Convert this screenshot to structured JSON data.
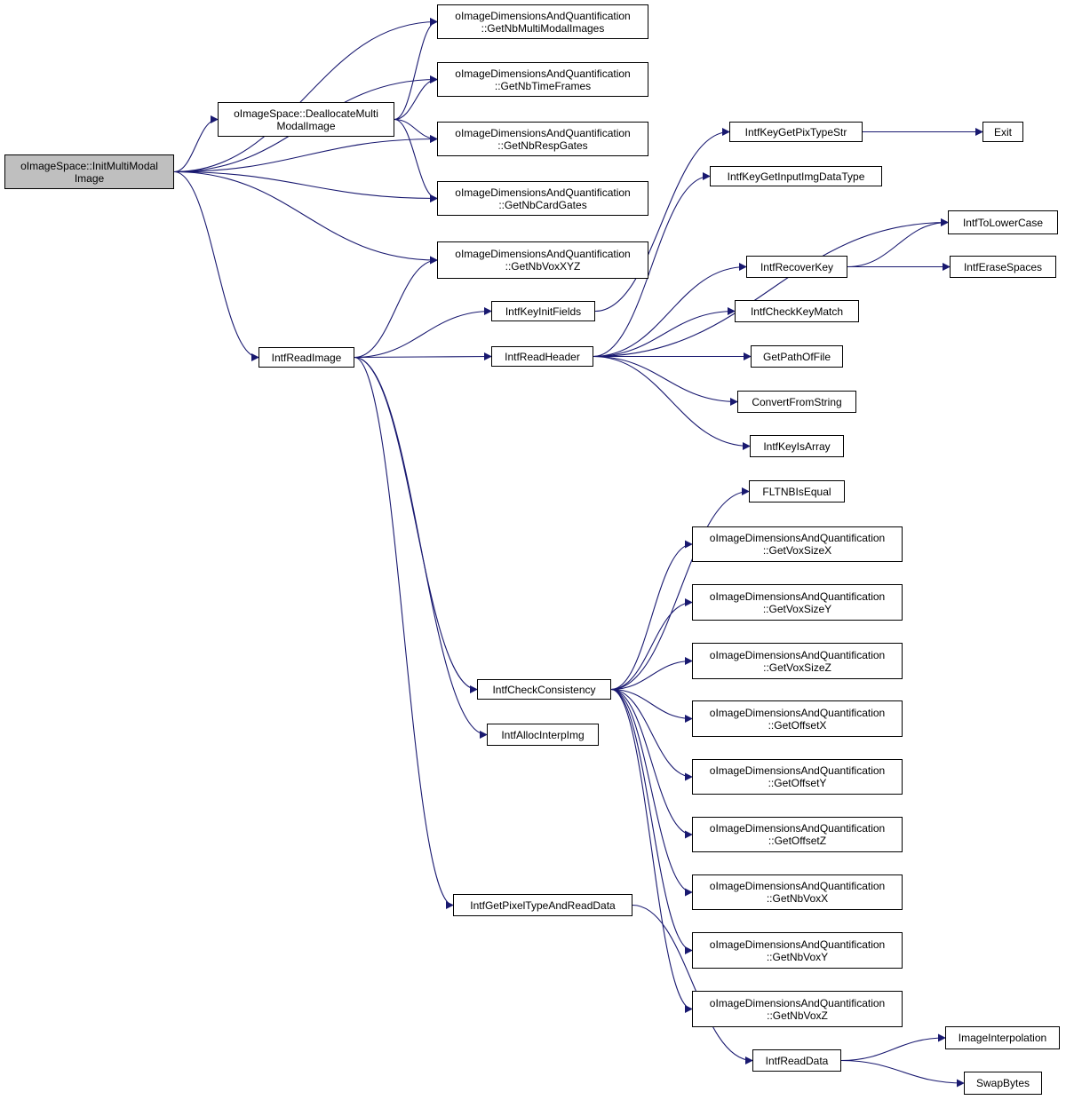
{
  "colors": {
    "edge": "#191970",
    "root_fill": "#bfbfbf",
    "node_fill": "#ffffff",
    "node_border": "#000000"
  },
  "nodes": {
    "root": [
      "oImageSpace::InitMultiModal",
      "Image"
    ],
    "dealloc": [
      "oImageSpace::DeallocateMulti",
      "ModalImage"
    ],
    "getNbMultiModal": [
      "oImageDimensionsAndQuantification",
      "::GetNbMultiModalImages"
    ],
    "getNbTimeFrames": [
      "oImageDimensionsAndQuantification",
      "::GetNbTimeFrames"
    ],
    "getNbRespGates": [
      "oImageDimensionsAndQuantification",
      "::GetNbRespGates"
    ],
    "getNbCardGates": [
      "oImageDimensionsAndQuantification",
      "::GetNbCardGates"
    ],
    "getNbVoxXYZ": [
      "oImageDimensionsAndQuantification",
      "::GetNbVoxXYZ"
    ],
    "intfReadImage": [
      "IntfReadImage"
    ],
    "intfKeyInitFields": [
      "IntfKeyInitFields"
    ],
    "intfReadHeader": [
      "IntfReadHeader"
    ],
    "intfKeyGetPixTypeStr": [
      "IntfKeyGetPixTypeStr"
    ],
    "exit": [
      "Exit"
    ],
    "intfKeyGetInputImgDataType": [
      "IntfKeyGetInputImgDataType"
    ],
    "intfToLowerCase": [
      "IntfToLowerCase"
    ],
    "intfRecoverKey": [
      "IntfRecoverKey"
    ],
    "intfEraseSpaces": [
      "IntfEraseSpaces"
    ],
    "intfCheckKeyMatch": [
      "IntfCheckKeyMatch"
    ],
    "getPathOfFile": [
      "GetPathOfFile"
    ],
    "convertFromString": [
      "ConvertFromString"
    ],
    "intfKeyIsArray": [
      "IntfKeyIsArray"
    ],
    "fltnbIsEqual": [
      "FLTNBIsEqual"
    ],
    "getVoxSizeX": [
      "oImageDimensionsAndQuantification",
      "::GetVoxSizeX"
    ],
    "getVoxSizeY": [
      "oImageDimensionsAndQuantification",
      "::GetVoxSizeY"
    ],
    "getVoxSizeZ": [
      "oImageDimensionsAndQuantification",
      "::GetVoxSizeZ"
    ],
    "intfCheckConsistency": [
      "IntfCheckConsistency"
    ],
    "getOffsetX": [
      "oImageDimensionsAndQuantification",
      "::GetOffsetX"
    ],
    "intfAllocInterpImg": [
      "IntfAllocInterpImg"
    ],
    "getOffsetY": [
      "oImageDimensionsAndQuantification",
      "::GetOffsetY"
    ],
    "getOffsetZ": [
      "oImageDimensionsAndQuantification",
      "::GetOffsetZ"
    ],
    "getNbVoxX": [
      "oImageDimensionsAndQuantification",
      "::GetNbVoxX"
    ],
    "intfGetPixelTypeAndReadData": [
      "IntfGetPixelTypeAndReadData"
    ],
    "getNbVoxY": [
      "oImageDimensionsAndQuantification",
      "::GetNbVoxY"
    ],
    "getNbVoxZ": [
      "oImageDimensionsAndQuantification",
      "::GetNbVoxZ"
    ],
    "imageInterpolation": [
      "ImageInterpolation"
    ],
    "intfReadData": [
      "IntfReadData"
    ],
    "swapBytes": [
      "SwapBytes"
    ]
  },
  "edges": [
    [
      "root",
      "getNbMultiModal"
    ],
    [
      "root",
      "getNbTimeFrames"
    ],
    [
      "root",
      "dealloc"
    ],
    [
      "root",
      "getNbRespGates"
    ],
    [
      "root",
      "getNbCardGates"
    ],
    [
      "root",
      "getNbVoxXYZ"
    ],
    [
      "root",
      "intfReadImage"
    ],
    [
      "dealloc",
      "getNbMultiModal"
    ],
    [
      "dealloc",
      "getNbTimeFrames"
    ],
    [
      "dealloc",
      "getNbRespGates"
    ],
    [
      "dealloc",
      "getNbCardGates"
    ],
    [
      "intfReadImage",
      "getNbVoxXYZ"
    ],
    [
      "intfReadImage",
      "intfKeyInitFields"
    ],
    [
      "intfReadImage",
      "intfReadHeader"
    ],
    [
      "intfReadImage",
      "intfCheckConsistency"
    ],
    [
      "intfReadImage",
      "intfAllocInterpImg"
    ],
    [
      "intfReadImage",
      "intfGetPixelTypeAndReadData"
    ],
    [
      "intfKeyInitFields",
      "intfKeyGetPixTypeStr"
    ],
    [
      "intfKeyGetPixTypeStr",
      "exit"
    ],
    [
      "intfReadHeader",
      "intfKeyGetInputImgDataType"
    ],
    [
      "intfReadHeader",
      "intfToLowerCase"
    ],
    [
      "intfReadHeader",
      "intfRecoverKey"
    ],
    [
      "intfReadHeader",
      "intfCheckKeyMatch"
    ],
    [
      "intfReadHeader",
      "getPathOfFile"
    ],
    [
      "intfReadHeader",
      "convertFromString"
    ],
    [
      "intfReadHeader",
      "intfKeyIsArray"
    ],
    [
      "intfRecoverKey",
      "intfToLowerCase"
    ],
    [
      "intfRecoverKey",
      "intfEraseSpaces"
    ],
    [
      "intfCheckConsistency",
      "fltnbIsEqual"
    ],
    [
      "intfCheckConsistency",
      "getVoxSizeX"
    ],
    [
      "intfCheckConsistency",
      "getVoxSizeY"
    ],
    [
      "intfCheckConsistency",
      "getVoxSizeZ"
    ],
    [
      "intfCheckConsistency",
      "getOffsetX"
    ],
    [
      "intfCheckConsistency",
      "getOffsetY"
    ],
    [
      "intfCheckConsistency",
      "getOffsetZ"
    ],
    [
      "intfCheckConsistency",
      "getNbVoxX"
    ],
    [
      "intfCheckConsistency",
      "getNbVoxY"
    ],
    [
      "intfCheckConsistency",
      "getNbVoxZ"
    ],
    [
      "intfGetPixelTypeAndReadData",
      "intfReadData"
    ],
    [
      "intfReadData",
      "imageInterpolation"
    ],
    [
      "intfReadData",
      "swapBytes"
    ]
  ]
}
